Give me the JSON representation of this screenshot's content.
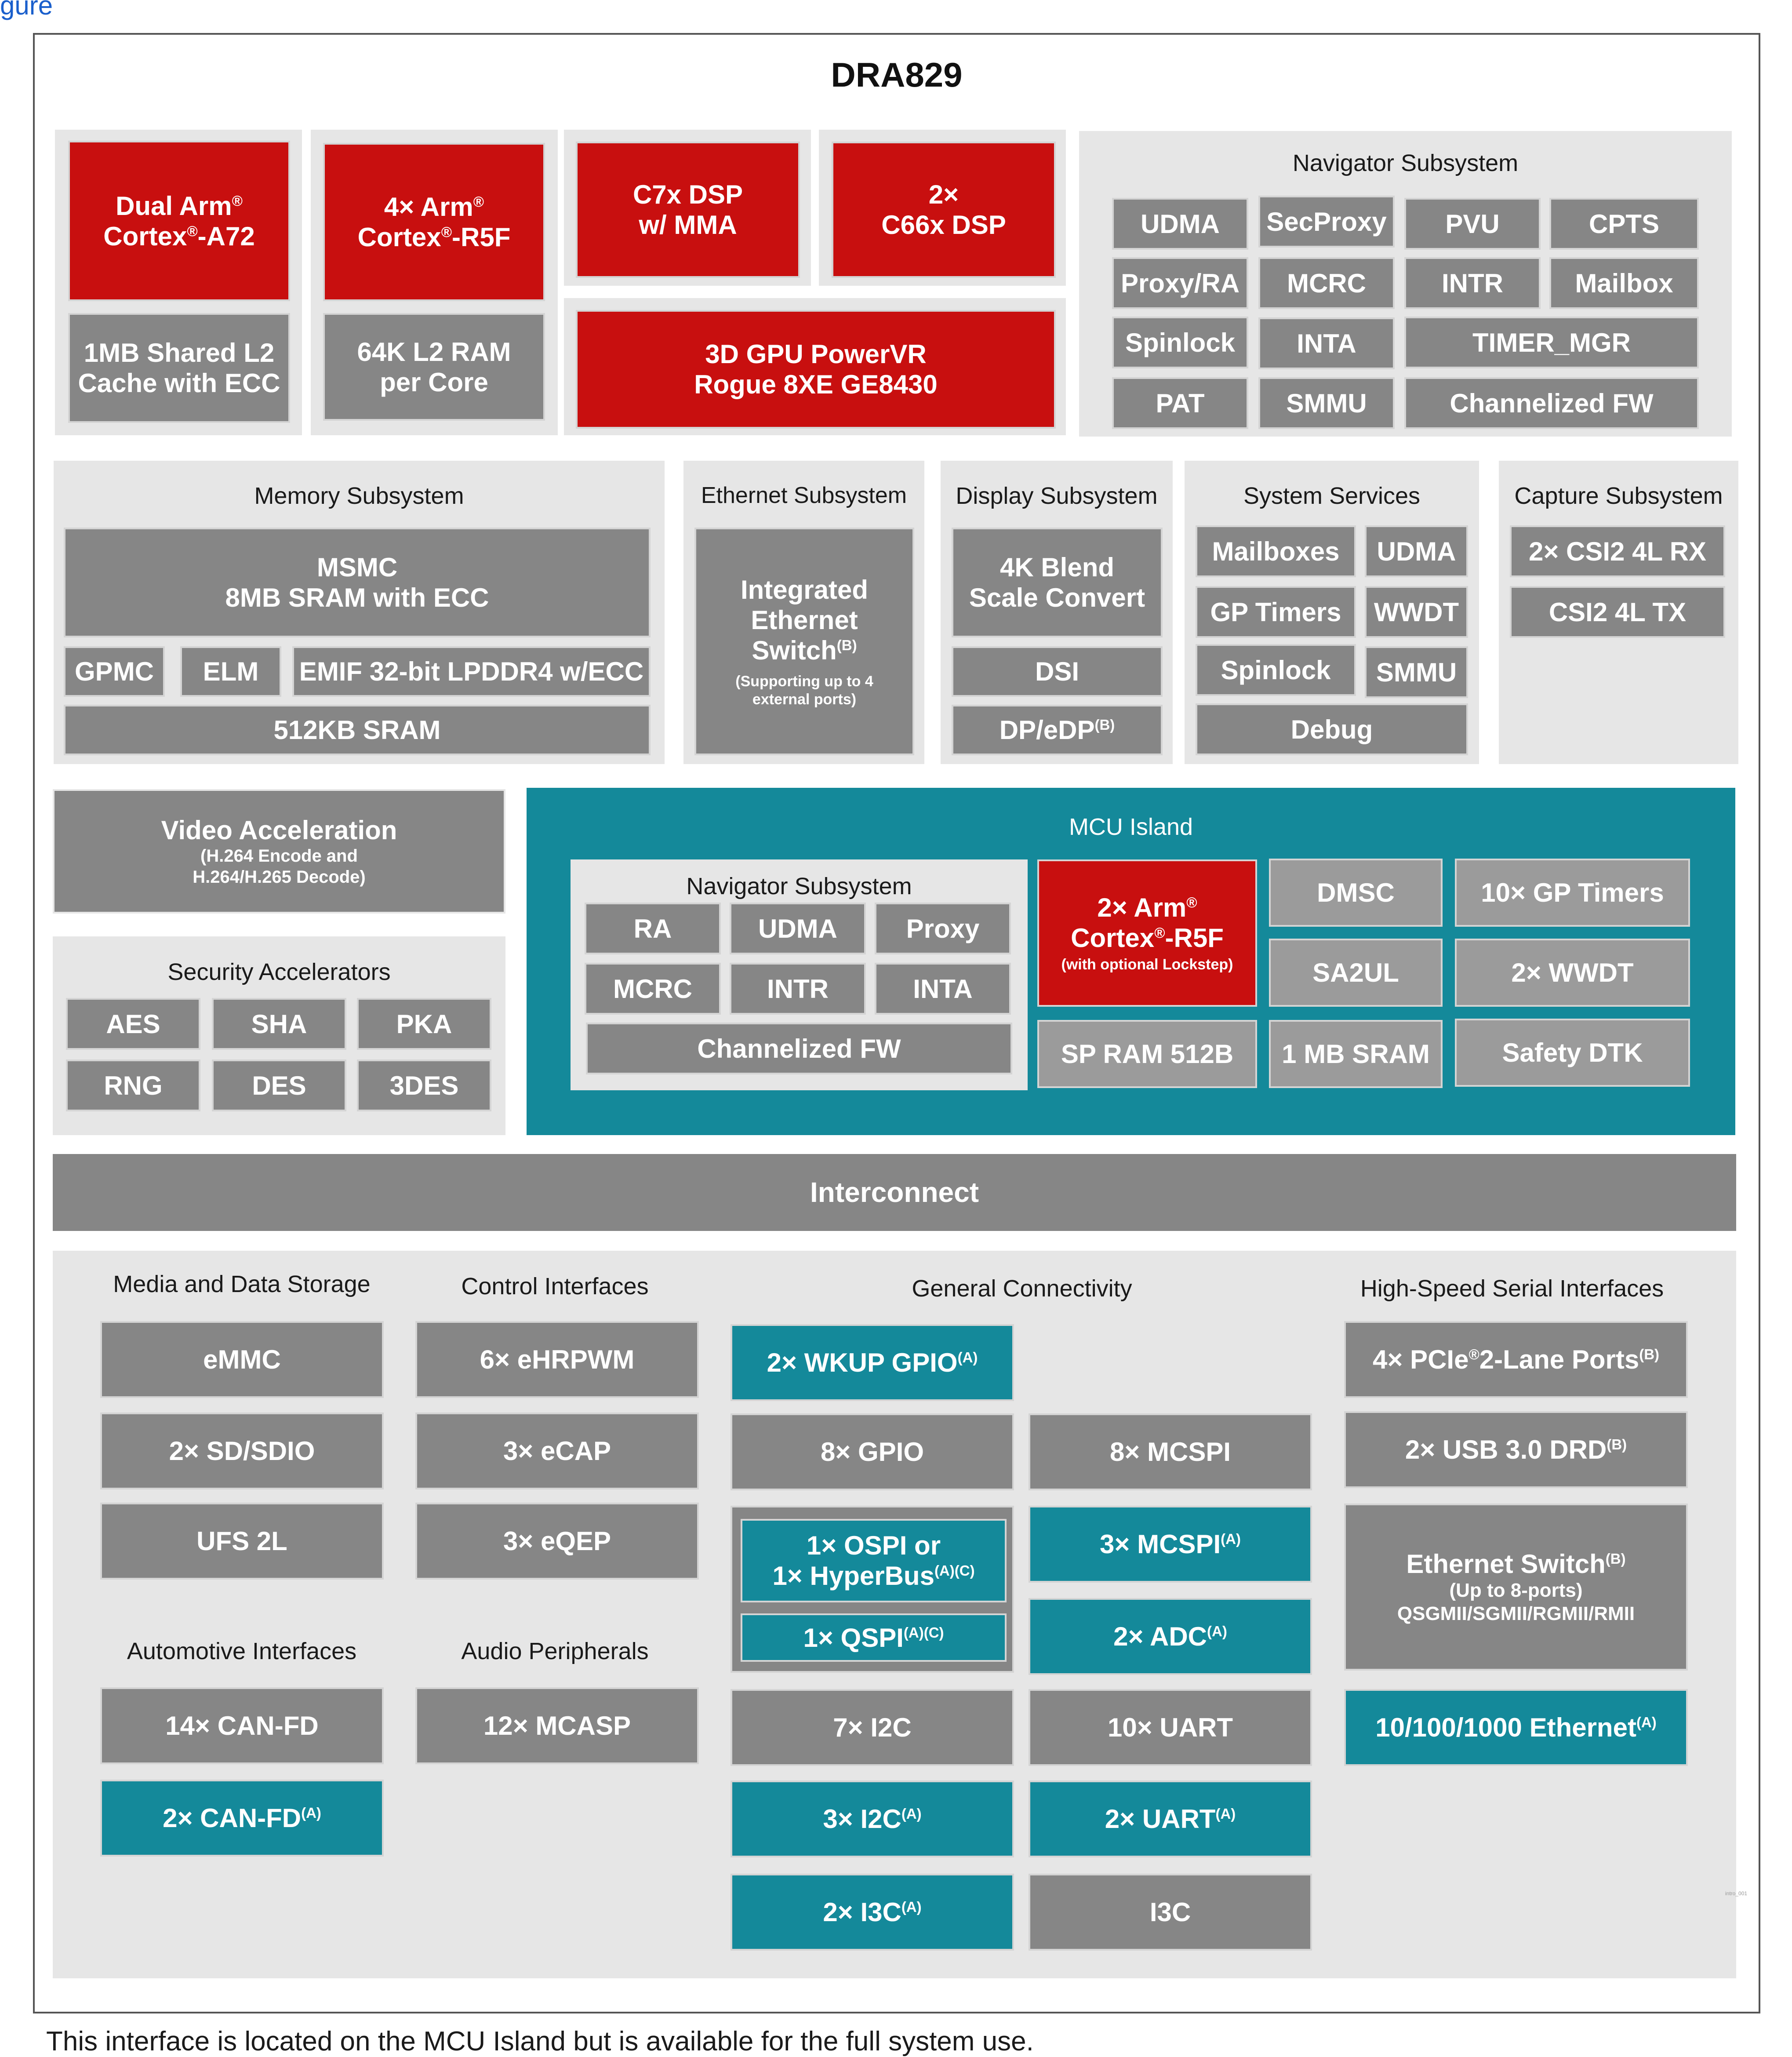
{
  "top_partial": "gure",
  "title": "DRA829",
  "reg": "®",
  "compute": {
    "a72": {
      "l1a": "Dual Arm",
      "l2a": "Cortex",
      "l2b": "-A72"
    },
    "a72_cache": {
      "l1": "1MB Shared L2",
      "l2": "Cache with ECC"
    },
    "r5f": {
      "l1a": "4× Arm",
      "l2a": "Cortex",
      "l2b": "-R5F"
    },
    "r5f_ram": {
      "l1": "64K L2 RAM",
      "l2": "per Core"
    },
    "c7x": {
      "l1": "C7x DSP",
      "l2": "w/ MMA"
    },
    "c66x": {
      "l1": "2×",
      "l2": "C66x DSP"
    },
    "gpu": {
      "l1": "3D GPU PowerVR",
      "l2": "Rogue 8XE GE8430"
    }
  },
  "navigator": {
    "title": "Navigator Subsystem",
    "items": [
      "UDMA",
      "SecProxy",
      "PVU",
      "CPTS",
      "Proxy/RA",
      "MCRC",
      "INTR",
      "Mailbox",
      "Spinlock",
      "INTA",
      "TIMER_MGR",
      "PAT",
      "SMMU",
      "Channelized FW"
    ]
  },
  "memory": {
    "title": "Memory Subsystem",
    "msmc_l1": "MSMC",
    "msmc_l2": "8MB SRAM with ECC",
    "gpmc": "GPMC",
    "elm": "ELM",
    "emif": "EMIF 32-bit LPDDR4 w/ECC",
    "sram": "512KB SRAM"
  },
  "ethernet_ss": {
    "title": "Ethernet Subsystem",
    "l1": "Integrated",
    "l2": "Ethernet Switch",
    "note_b": "(B)",
    "sub1": "(Supporting up to 4",
    "sub2": "external ports)"
  },
  "display": {
    "title": "Display Subsystem",
    "blend_l1": "4K Blend",
    "blend_l2": "Scale Convert",
    "dsi": "DSI",
    "dp": "DP/eDP",
    "dp_note": "(B)"
  },
  "system_services": {
    "title": "System Services",
    "items": [
      "Mailboxes",
      "UDMA",
      "GP Timers",
      "WWDT",
      "Spinlock",
      "SMMU"
    ],
    "debug": "Debug"
  },
  "capture": {
    "title": "Capture Subsystem",
    "items": [
      "2× CSI2 4L RX",
      "CSI2 4L TX"
    ]
  },
  "video": {
    "title": "Video Acceleration",
    "sub1": "(H.264 Encode and",
    "sub2": "H.264/H.265 Decode)"
  },
  "security": {
    "title": "Security Accelerators",
    "items": [
      "AES",
      "SHA",
      "PKA",
      "RNG",
      "DES",
      "3DES"
    ]
  },
  "mcu": {
    "title": "MCU Island",
    "nav_title": "Navigator Subsystem",
    "nav_items": [
      "RA",
      "UDMA",
      "Proxy",
      "MCRC",
      "INTR",
      "INTA"
    ],
    "nav_fw": "Channelized FW",
    "r5f_l1": "2× Arm",
    "r5f_l2a": "Cortex",
    "r5f_l2b": "-R5F",
    "r5f_sub": "(with optional Lockstep)",
    "dmsc": "DMSC",
    "gp_timers": "10× GP Timers",
    "sa2ul": "SA2UL",
    "wwdt": "2× WWDT",
    "sp_ram": "SP RAM 512B",
    "sram": "1 MB SRAM",
    "safety": "Safety DTK"
  },
  "interconnect": "Interconnect",
  "media": {
    "title": "Media and Data Storage",
    "items": [
      "eMMC",
      "2× SD/SDIO",
      "UFS 2L"
    ]
  },
  "control": {
    "title": "Control Interfaces",
    "items": [
      "6× eHRPWM",
      "3× eCAP",
      "3× eQEP"
    ]
  },
  "automotive": {
    "title": "Automotive Interfaces",
    "can": "14× CAN-FD",
    "can2": "2× CAN-FD",
    "can2_note": "(A)"
  },
  "audio": {
    "title": "Audio Peripherals",
    "mcasp": "12× MCASP"
  },
  "general": {
    "title": "General Connectivity",
    "wkup": "2× WKUP GPIO",
    "wkup_note": "(A)",
    "gpio": "8× GPIO",
    "mcspi": "8× MCSPI",
    "ospi_l1": "1× OSPI or",
    "ospi_l2": "1× HyperBus",
    "ospi_note": "(A)(C)",
    "qspi": "1× QSPI",
    "qspi_note": "(A)(C)",
    "mcspi3": "3× MCSPI",
    "mcspi3_note": "(A)",
    "adc": "2× ADC",
    "adc_note": "(A)",
    "i2c7": "7× I2C",
    "uart10": "10× UART",
    "i2c3": "3× I2C",
    "i2c3_note": "(A)",
    "uart2": "2× UART",
    "uart2_note": "(A)",
    "i3c2": "2× I3C",
    "i3c2_note": "(A)",
    "i3c": "I3C"
  },
  "highspeed": {
    "title": "High-Speed Serial Interfaces",
    "pcie_a": "4× PCIe",
    "pcie_b": "2-Lane Ports",
    "pcie_note": "(B)",
    "usb": "2× USB 3.0 DRD",
    "usb_note": "(B)",
    "eth_l1": "Ethernet Switch",
    "eth_note": "(B)",
    "eth_sub1": "(Up to 8-ports)",
    "eth_sub2": "QSGMII/SGMII/RGMII/RMII",
    "gbe": "10/100/1000 Ethernet",
    "gbe_note": "(A)"
  },
  "corner_code": "intro_001",
  "footnote": "This interface is located on the MCU Island but is available for the full system use."
}
